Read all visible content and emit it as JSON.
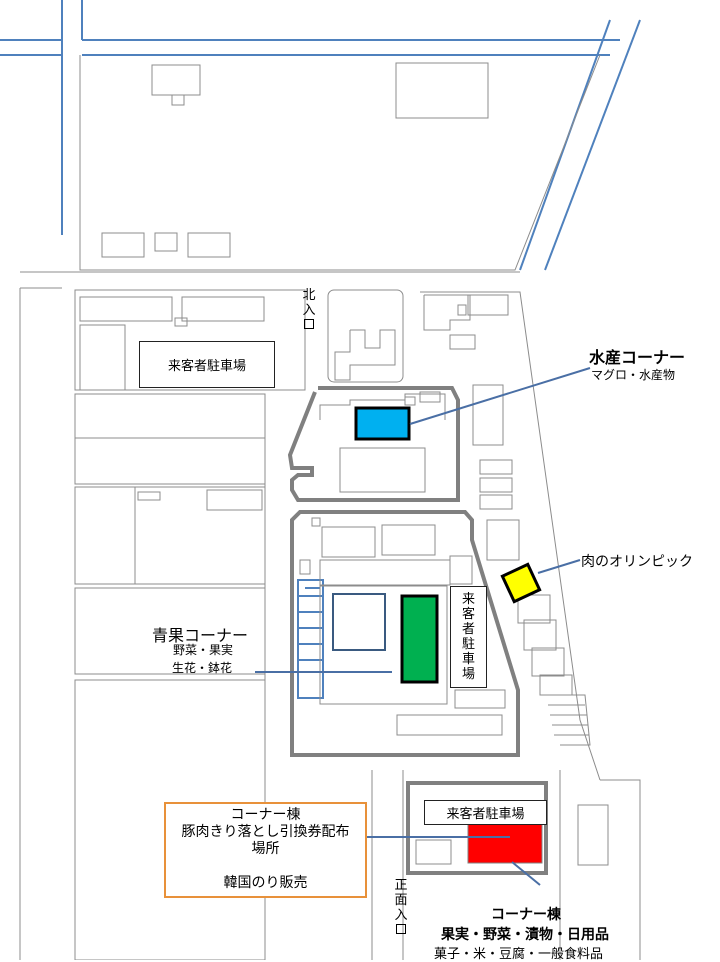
{
  "labels": {
    "north_gate": [
      "北",
      "入"
    ],
    "main_gate": [
      "正",
      "面",
      "入"
    ],
    "parking_nw": "来客者駐車場",
    "parking_center": [
      "来",
      "客",
      "者",
      "駐",
      "車",
      "場"
    ],
    "parking_south": "来客者駐車場",
    "seafood_title": "水産コーナー",
    "seafood_sub": "マグロ・水産物",
    "meat_title": "肉のオリンピック",
    "produce_title": "青果コーナー",
    "produce_sub1": "野菜・果実",
    "produce_sub2": "生花・鉢花",
    "corner_box_line1": "コーナー棟",
    "corner_box_line2": "豚肉きり落とし引換券配布",
    "corner_box_line3": "場所",
    "corner_box_line4": "韓国のり販売",
    "corner_south_title": "コーナー棟",
    "corner_south_sub1": "果実・野菜・漬物・日用品",
    "corner_south_sub2": "菓子・米・豆腐・一般食料品"
  },
  "colors": {
    "seafood": "#00b0f0",
    "meat": "#ffff00",
    "produce": "#00b050",
    "corner": "#ff0000",
    "callout_box": "#e8913a",
    "road_blue": "#4f81bd",
    "leader_line": "#4a6fa5"
  }
}
